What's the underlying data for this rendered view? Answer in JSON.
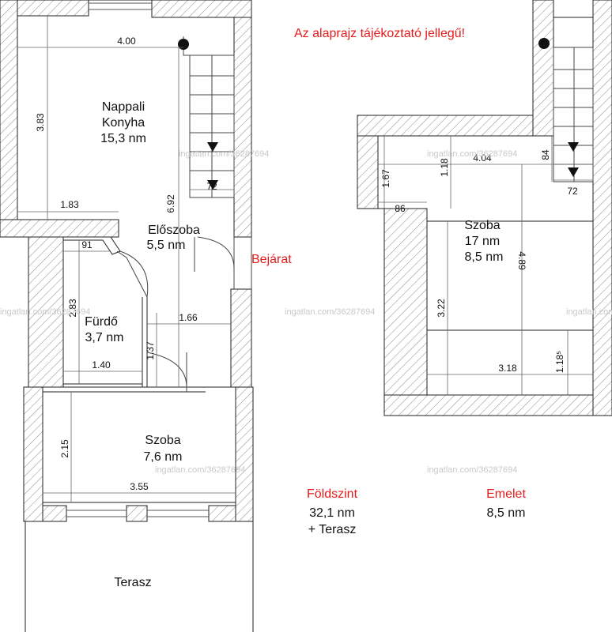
{
  "notice": "Az alaprajz tájékoztató jellegű!",
  "entrance": "Bejárat",
  "ground_floor": {
    "title": "Földszint",
    "area": "32,1 nm",
    "extra": "+ Terasz",
    "rooms": {
      "living_line1": "Nappali",
      "living_line2": "Konyha",
      "living_area": "15,3 nm",
      "hall": "Előszoba",
      "hall_area": "5,5 nm",
      "bath": "Fürdő",
      "bath_area": "3,7 nm",
      "room": "Szoba",
      "room_area": "7,6 nm",
      "terrace": "Terasz"
    },
    "dims": {
      "d400": "4.00",
      "d383": "3.83",
      "d183": "1.83",
      "d692": "6.92",
      "d72": "72",
      "d91": "91",
      "d283": "2.83",
      "d166": "1.66",
      "d137": "1.37",
      "d140": "1.40",
      "d215": "2.15",
      "d355": "3.55"
    }
  },
  "upper_floor": {
    "title": "Emelet",
    "area": "8,5 nm",
    "rooms": {
      "room": "Szoba",
      "room_area1": "17 nm",
      "room_area2": "8,5 nm"
    },
    "dims": {
      "d404": "4.04",
      "d167": "1.67",
      "d118a": "1.18",
      "d84": "84",
      "d72": "72",
      "d86": "86",
      "d489": "4.89",
      "d322": "3.22",
      "d118b": "1.18⁵",
      "d318": "3.18"
    }
  },
  "watermark": "ingatlan.com/36287694"
}
